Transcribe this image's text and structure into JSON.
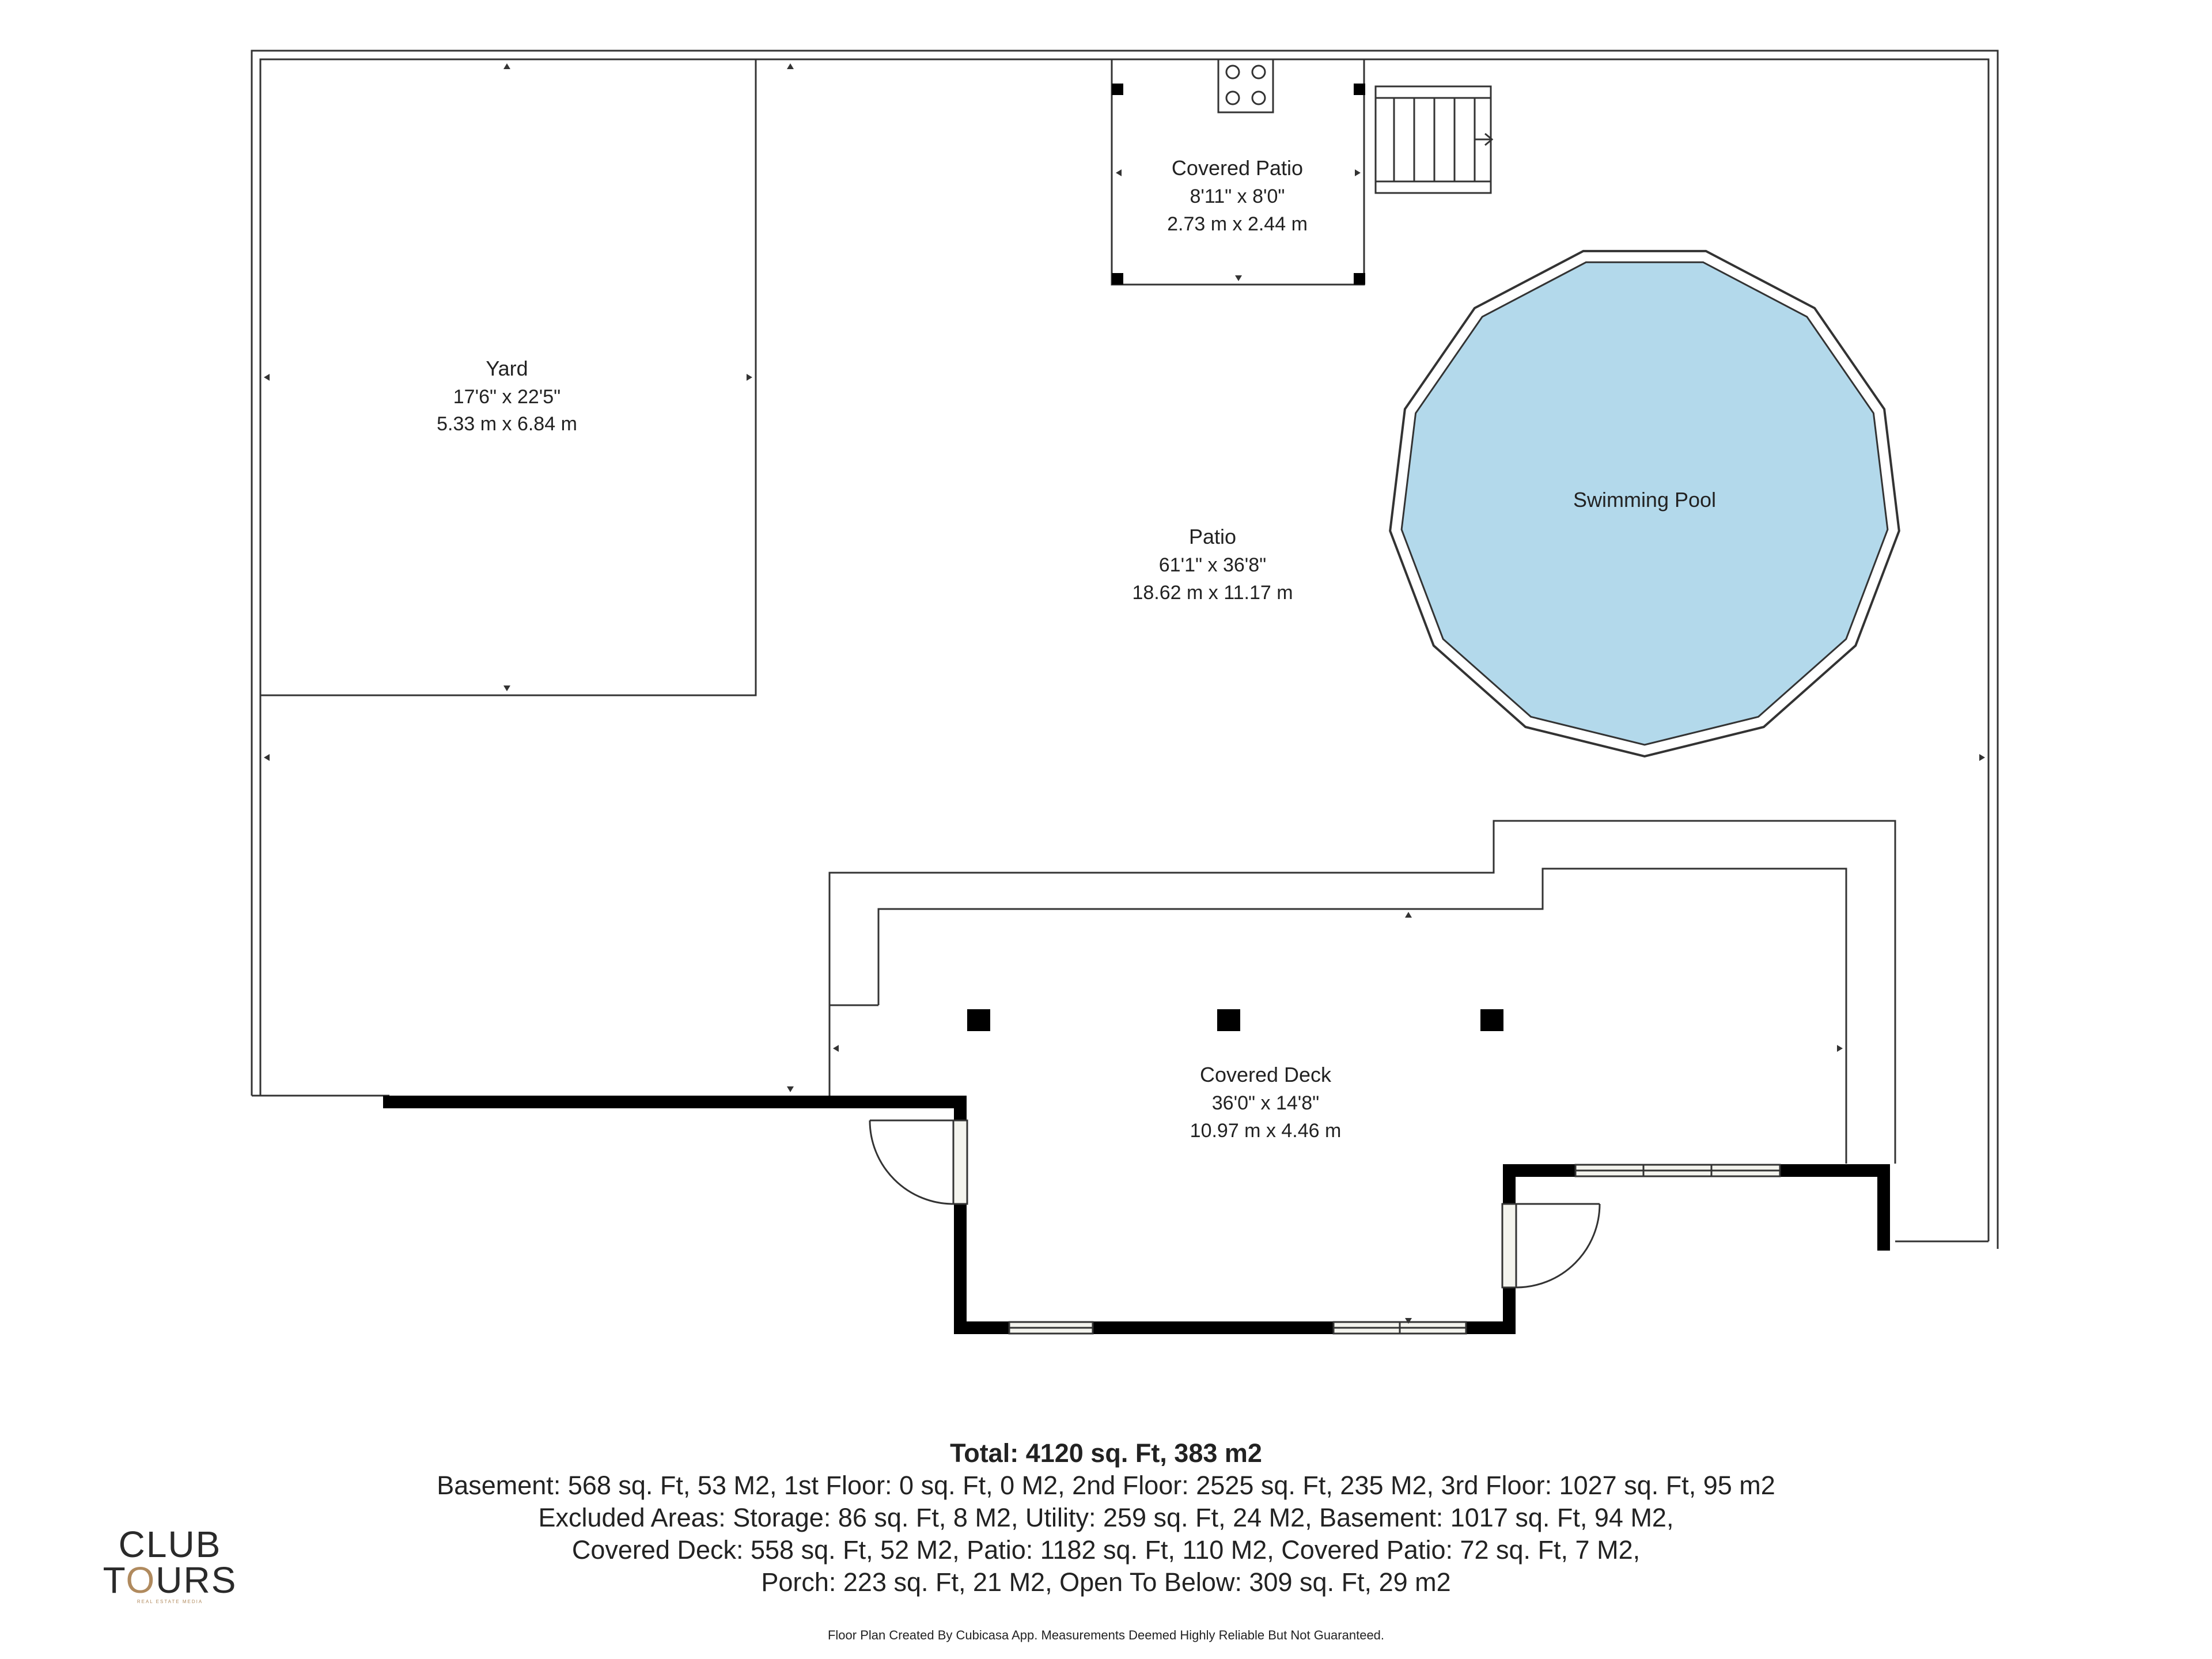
{
  "rooms": {
    "yard": {
      "name": "Yard",
      "dim_imperial": "17'6\" x 22'5\"",
      "dim_metric": "5.33 m x 6.84 m"
    },
    "covered_patio": {
      "name": "Covered Patio",
      "dim_imperial": "8'11\" x 8'0\"",
      "dim_metric": "2.73 m x 2.44 m"
    },
    "patio": {
      "name": "Patio",
      "dim_imperial": "61'1\" x 36'8\"",
      "dim_metric": "18.62 m x 11.17 m"
    },
    "pool": {
      "name": "Swimming Pool"
    },
    "covered_deck": {
      "name": "Covered Deck",
      "dim_imperial": "36'0\" x 14'8\"",
      "dim_metric": "10.97 m x 4.46 m"
    }
  },
  "summary": {
    "total": "Total: 4120 sq. Ft, 383 m2",
    "line1": "Basement: 568 sq. Ft, 53 M2, 1st Floor: 0 sq. Ft, 0 M2, 2nd Floor: 2525 sq. Ft, 235 M2, 3rd Floor: 1027 sq. Ft, 95 m2",
    "line2": "Excluded Areas: Storage: 86 sq. Ft, 8 M2, Utility: 259 sq. Ft, 24 M2, Basement: 1017 sq. Ft, 94 M2,",
    "line3": "Covered Deck: 558 sq. Ft, 52 M2, Patio: 1182 sq. Ft, 110 M2, Covered Patio: 72 sq. Ft, 7 M2,",
    "line4": "Porch: 223 sq. Ft, 21 M2, Open To Below: 309 sq. Ft, 29 m2"
  },
  "footer_note": "Floor Plan Created By Cubicasa App. Measurements Deemed Highly Reliable But Not Guaranteed.",
  "logo": {
    "line1": "CLUB",
    "line2_a": "T",
    "line2_o": "O",
    "line2_b": "URS",
    "tagline": "REAL ESTATE MEDIA"
  },
  "colors": {
    "pool_fill": "#b3d9eb",
    "wall": "#000000",
    "line": "#333333",
    "logo_accent": "#b08a5e"
  }
}
